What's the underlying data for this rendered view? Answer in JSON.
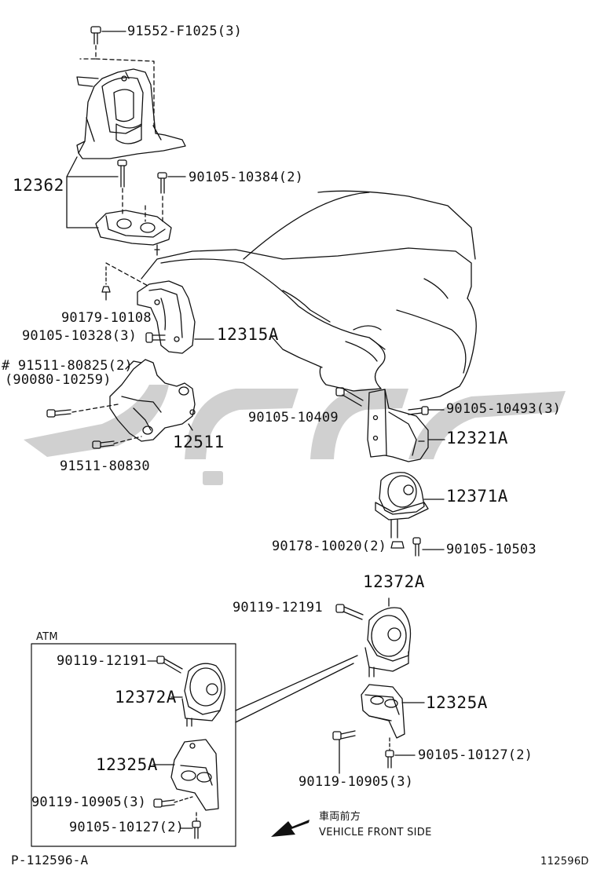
{
  "colors": {
    "line": "#111111",
    "watermark": "#c8c8c8",
    "background": "#ffffff"
  },
  "parts": {
    "bolt_top": "91552-F1025(3)",
    "mount_12362": "12362",
    "bolt_90105_10384": "90105-10384(2)",
    "nut_90179_10108": "90179-10108",
    "bolt_90105_10328": "90105-10328(3)",
    "bracket_12315A": "12315A",
    "bolt_91511_80825": "# 91511-80825(2)",
    "bolt_90080_10259": "(90080-10259)",
    "bracket_12511": "12511",
    "bolt_91511_80830": "91511-80830",
    "bolt_90105_10409": "90105-10409",
    "bolt_90105_10493": "90105-10493(3)",
    "bracket_12321A": "12321A",
    "insulator_12371A": "12371A",
    "nut_90178_10020": "90178-10020(2)",
    "bolt_90105_10503": "90105-10503",
    "insulator_12372A": "12372A",
    "bolt_90119_12191": "90119-12191",
    "bracket_12325A": "12325A",
    "bolt_90119_10905": "90119-10905(3)",
    "bolt_90105_10127": "90105-10127(2)"
  },
  "inset": {
    "title": "ATM",
    "bolt_90119_12191": "90119-12191",
    "insulator_12372A": "12372A",
    "bracket_12325A": "12325A",
    "bolt_90119_10905": "90119-10905(3)",
    "bolt_90105_10127": "90105-10127(2)"
  },
  "direction": {
    "label_jp": "車両前方",
    "label_en": "VEHICLE FRONT SIDE",
    "icon": "arrow-icon"
  },
  "footer": {
    "left_code": "P-112596-A",
    "right_code": "112596D"
  }
}
